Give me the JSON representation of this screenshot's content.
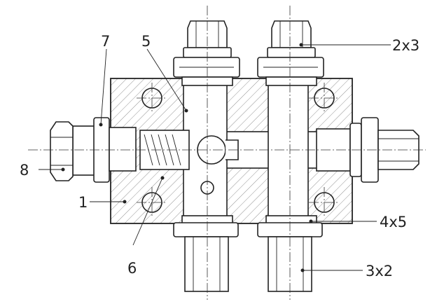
{
  "callouts": {
    "c1": "1",
    "c5": "5",
    "c6": "6",
    "c7": "7",
    "c8": "8",
    "c2x3": "2x3",
    "c3x2": "3x2",
    "c4x5": "4x5"
  }
}
